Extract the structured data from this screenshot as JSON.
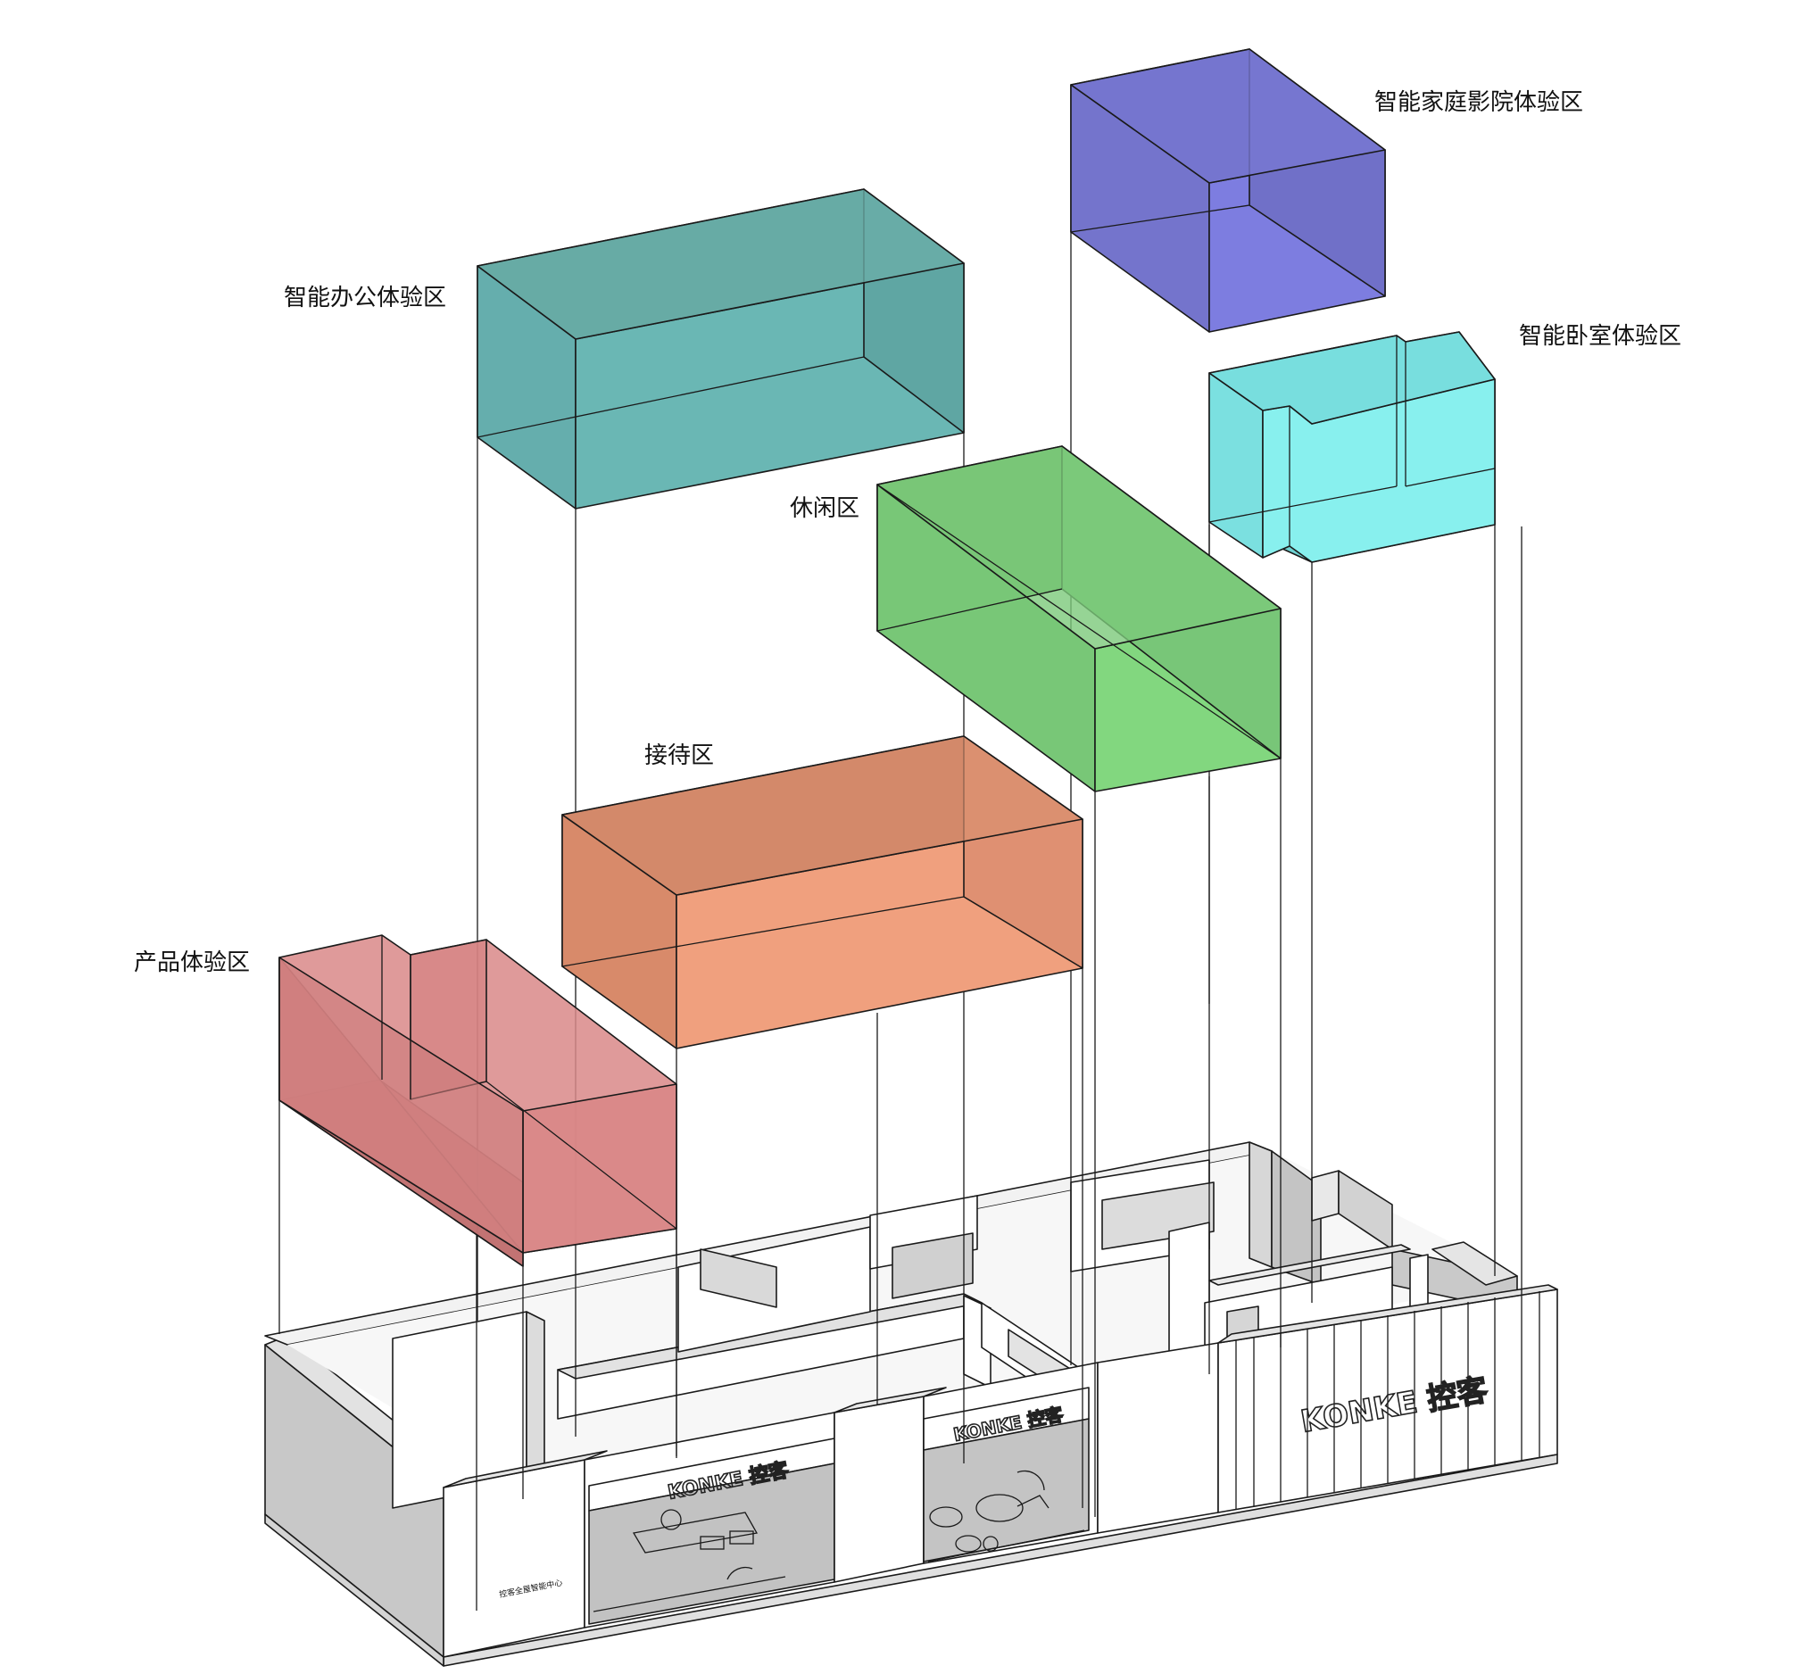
{
  "zones": [
    {
      "id": "product",
      "label": "产品体验区",
      "color": "#d27a7a"
    },
    {
      "id": "reception",
      "label": "接待区",
      "color": "#e38c68"
    },
    {
      "id": "office",
      "label": "智能办公体验区",
      "color": "#58a8a5"
    },
    {
      "id": "leisure",
      "label": "休闲区",
      "color": "#6fcb6d"
    },
    {
      "id": "cinema",
      "label": "智能家庭影院体验区",
      "color": "#6565cd"
    },
    {
      "id": "bedroom",
      "label": "智能卧室体验区",
      "color": "#6fdcdc"
    }
  ],
  "signage": {
    "brand_left": "KONKE 控客",
    "brand_center": "KONKE 控客",
    "brand_right": "KONKE 控客",
    "plaque": "控客全屋智能中心"
  }
}
